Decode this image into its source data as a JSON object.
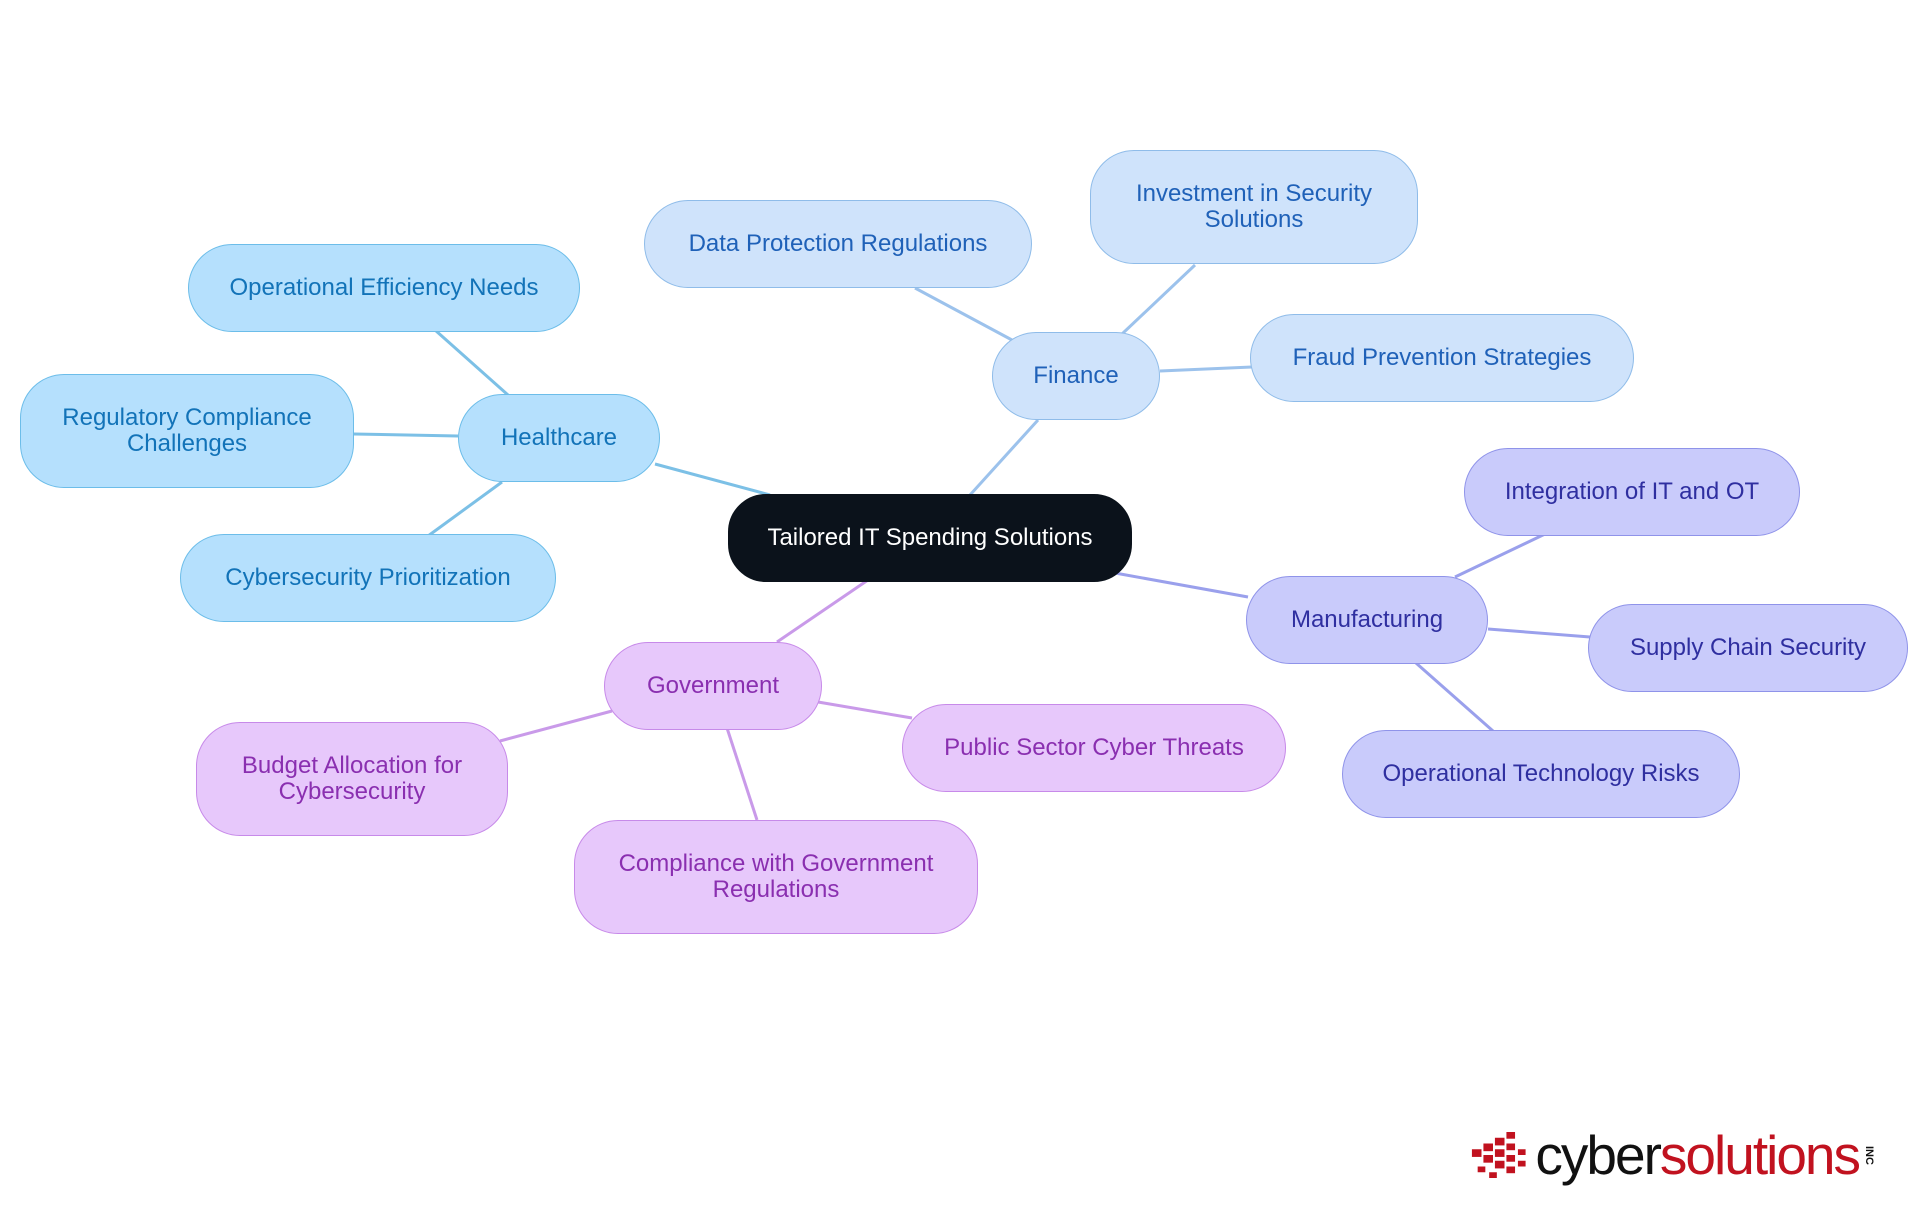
{
  "center": {
    "label": "Tailored IT Spending Solutions"
  },
  "branches": {
    "healthcare": {
      "label": "Healthcare",
      "children": [
        "Operational Efficiency Needs",
        "Regulatory Compliance Challenges",
        "Cybersecurity Prioritization"
      ]
    },
    "finance": {
      "label": "Finance",
      "children": [
        "Data Protection Regulations",
        "Investment in Security Solutions",
        "Fraud Prevention Strategies"
      ]
    },
    "manufacturing": {
      "label": "Manufacturing",
      "children": [
        "Integration of IT and OT",
        "Supply Chain Security",
        "Operational Technology Risks"
      ]
    },
    "government": {
      "label": "Government",
      "children": [
        "Budget Allocation for Cybersecurity",
        "Public Sector Cyber Threats",
        "Compliance with Government Regulations"
      ]
    }
  },
  "colors": {
    "healthcare_edge": "#7cc0e6",
    "finance_edge": "#9cc2ec",
    "manufacturing_edge": "#9aa0ec",
    "government_edge": "#c99ae9"
  },
  "logo": {
    "text_dark": "cyber",
    "text_red": "solutions",
    "suffix": "INC"
  }
}
